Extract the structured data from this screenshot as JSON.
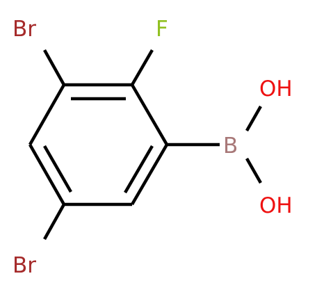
{
  "molecule": {
    "atoms": [
      {
        "id": "br3",
        "label": "Br",
        "color": "#a52a2a"
      },
      {
        "id": "f2",
        "label": "F",
        "color": "#90c020"
      },
      {
        "id": "b1",
        "label": "B",
        "color": "#a87878"
      },
      {
        "id": "oh_top",
        "label": "OH",
        "color": "#ee1111"
      },
      {
        "id": "oh_bottom",
        "label": "OH",
        "color": "#ee1111"
      },
      {
        "id": "br5",
        "label": "Br",
        "color": "#a52a2a"
      }
    ],
    "bond_color": "#000000"
  }
}
